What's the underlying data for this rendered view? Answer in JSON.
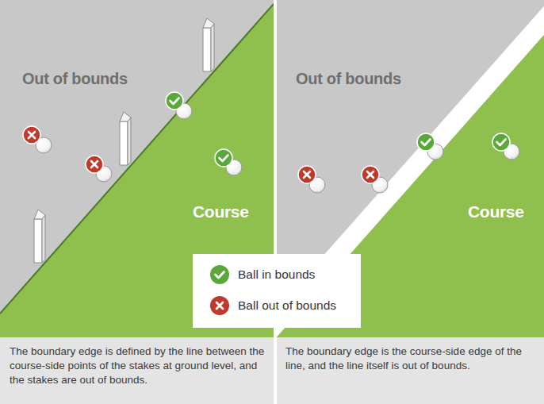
{
  "diagram": {
    "labels": [
      "Out of bounds",
      "Course",
      "Out of bounds",
      "Course",
      "The boundary edge is defined by the line between the course-side points of the stakes at ground level, and the stakes are out of bounds.",
      "The boundary edge is the course-side edge of the line, and the line itself is out of bounds."
    ],
    "legend": [
      {
        "text": "Ball in bounds",
        "color": "#5aa83a"
      },
      {
        "text": "Ball out of bounds",
        "color": "#c0392b"
      }
    ]
  }
}
